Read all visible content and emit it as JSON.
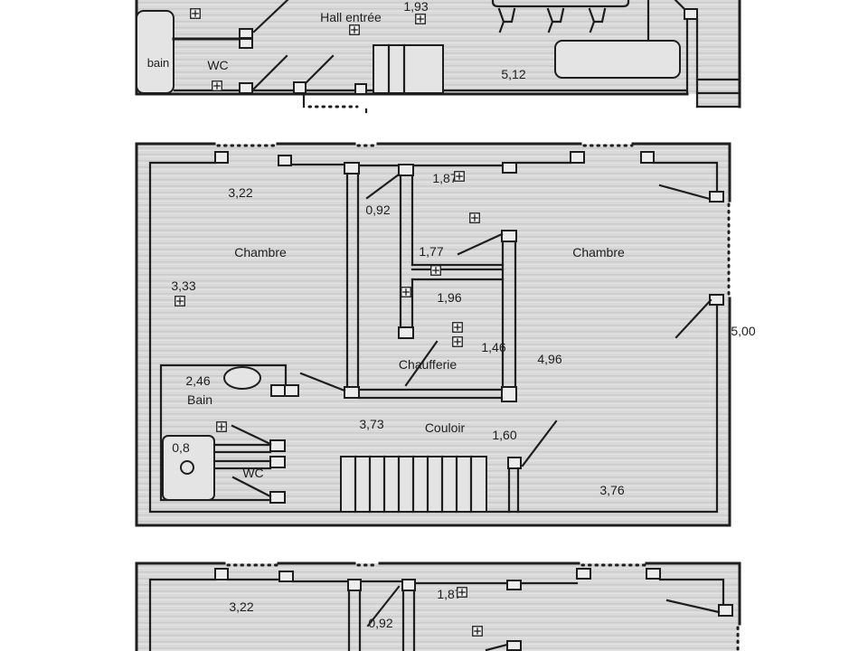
{
  "upper_floor": {
    "hall_label": "Hall entrée",
    "hall_dimension": "1,93",
    "bath_label": "bain",
    "wc_label": "WC",
    "living_dimension": "5,12"
  },
  "main_floor": {
    "left_bedroom_label": "Chambre",
    "left_bedroom_dimension_a": "3,22",
    "left_bedroom_dimension_b": "3,33",
    "closet_dimension": "0,92",
    "hall_dimension_a": "1,87",
    "hall_dimension_b": "1,77",
    "small_room_dimension": "1,96",
    "boiler_room_dimension": "1,46",
    "boiler_room_label": "Chaufferie",
    "right_bedroom_label": "Chambre",
    "right_bedroom_dimension_a": "4,96",
    "right_bedroom_dimension_b": "5,00",
    "right_bedroom_dimension_c": "3,76",
    "bath_label": "Bain",
    "bath_dimension": "2,46",
    "shower_dimension": "0,8",
    "wc_label": "WC",
    "corridor_label": "Couloir",
    "corridor_dimension_a": "3,73",
    "corridor_dimension_b": "1,60"
  },
  "lower_floor": {
    "left_room_dimension": "3,22",
    "closet_dimension": "0,92",
    "hall_dimension": "1,87"
  }
}
